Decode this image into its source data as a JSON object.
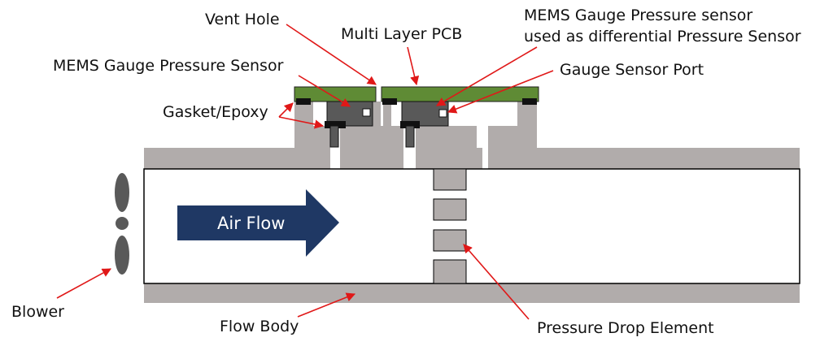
{
  "labels": {
    "vent_hole": "Vent Hole",
    "multi_layer_pcb": "Multi Layer PCB",
    "mems_diff_line1": "MEMS Gauge Pressure sensor",
    "mems_diff_line2": "used as differential Pressure Sensor",
    "mems_gauge": "MEMS Gauge Pressure Sensor",
    "gauge_port": "Gauge Sensor Port",
    "gasket": "Gasket/Epoxy",
    "air_flow": "Air Flow",
    "blower": "Blower",
    "flow_body": "Flow Body",
    "pressure_drop": "Pressure Drop Element"
  },
  "colors": {
    "body_gray": "#b1acab",
    "pcb_green": "#5f8b35",
    "sensor_dark": "#595959",
    "arrow_navy": "#1f3864",
    "leader_red": "#e01818"
  }
}
